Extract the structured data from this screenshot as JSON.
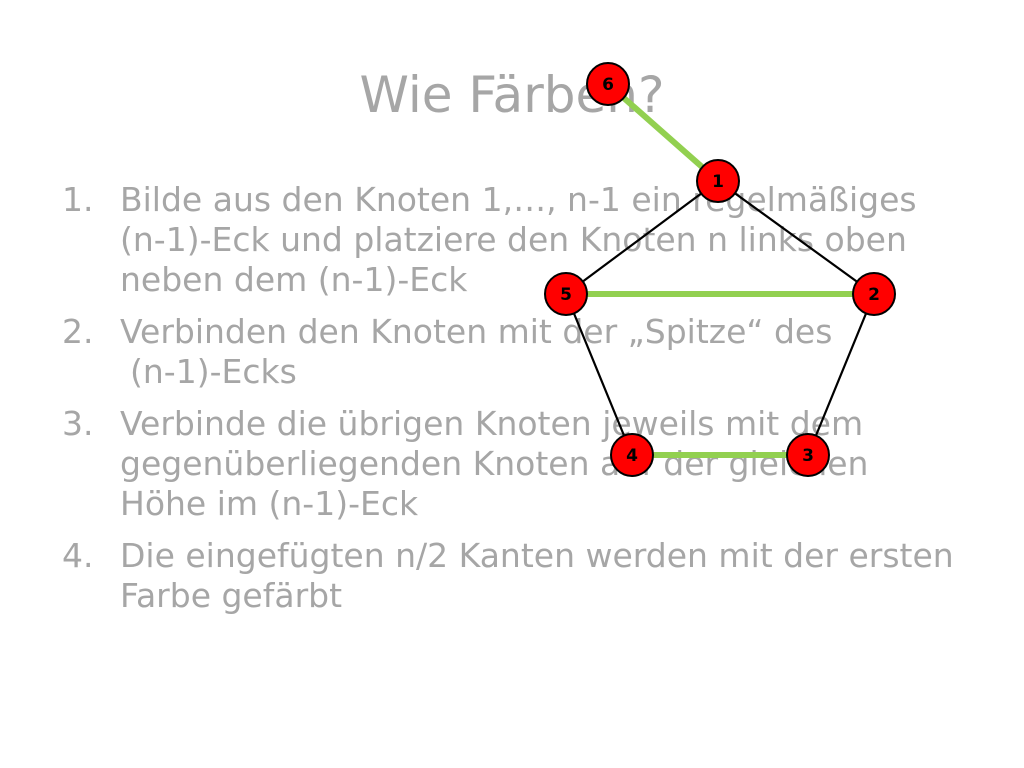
{
  "slide": {
    "title": "Wie Färben?",
    "steps": [
      {
        "number": "1.",
        "text": "Bilde aus den Knoten 1,…, n-1 ein regelmäßiges (n-1)-Eck und platziere den Knoten n links oben neben dem (n-1)-Eck",
        "continuation": ""
      },
      {
        "number": "2.",
        "text": "Verbinden den Knoten mit der „Spitze“ des",
        "continuation": "(n-1)-Ecks"
      },
      {
        "number": "3.",
        "text": "Verbinde die übrigen Knoten jeweils mit dem gegenüberliegenden Knoten auf der gleichen Höhe im (n-1)-Eck",
        "continuation": ""
      },
      {
        "number": "4.",
        "text": "Die eingefügten n/2 Kanten werden mit der ersten Farbe gefärbt",
        "continuation": ""
      }
    ]
  },
  "graph": {
    "nodes": [
      {
        "id": "6",
        "label": "6"
      },
      {
        "id": "1",
        "label": "1"
      },
      {
        "id": "2",
        "label": "2"
      },
      {
        "id": "3",
        "label": "3"
      },
      {
        "id": "4",
        "label": "4"
      },
      {
        "id": "5",
        "label": "5"
      }
    ],
    "edges": [
      {
        "from": "1",
        "to": "2",
        "kind": "polygon"
      },
      {
        "from": "2",
        "to": "3",
        "kind": "polygon"
      },
      {
        "from": "3",
        "to": "4",
        "kind": "polygon"
      },
      {
        "from": "4",
        "to": "5",
        "kind": "polygon"
      },
      {
        "from": "5",
        "to": "1",
        "kind": "polygon"
      },
      {
        "from": "6",
        "to": "1",
        "kind": "matching"
      },
      {
        "from": "5",
        "to": "2",
        "kind": "matching"
      },
      {
        "from": "4",
        "to": "3",
        "kind": "matching"
      }
    ],
    "colors": {
      "node_fill": "#ff0000",
      "node_stroke": "#000000",
      "polygon_edge": "#000000",
      "matching_edge": "#92d050"
    }
  }
}
